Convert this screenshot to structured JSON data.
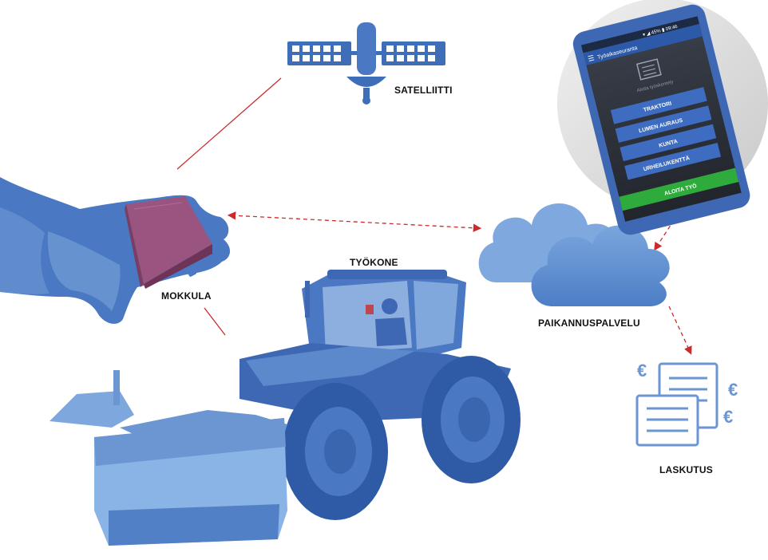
{
  "labels": {
    "satellite": "SATELLIITTI",
    "device": "MOKKULA",
    "machine": "TYÖKONE",
    "service": "PAIKANNUSPALVELU",
    "billing": "LASKUTUS"
  },
  "phone": {
    "status": "▾ ◢ 45% ▮ 09:46",
    "app_title": "Työaikaseuranta",
    "start_hint": "Aloita työskentely",
    "options": [
      "TRAKTORI",
      "LUMEN AURAUS",
      "KUNTA",
      "URHEILUKENTTÄ"
    ],
    "start_button": "ALOITA TYÖ"
  },
  "euro_symbol": "€",
  "colors": {
    "blue_dark": "#3e68b4",
    "blue_mid": "#6b96d2",
    "blue_light": "#9cbde6",
    "device": "#8c4a72",
    "link_red": "#cc2b2b",
    "phone_green": "#2faa3c"
  }
}
